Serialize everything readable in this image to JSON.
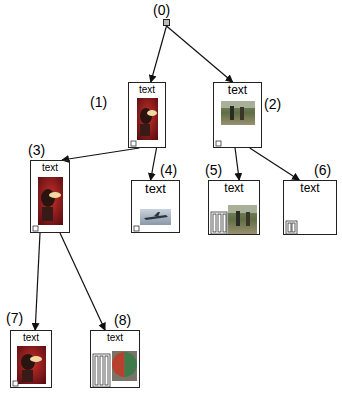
{
  "diagram": {
    "nodes": [
      {
        "text": [
          "(0)"
        ]
      },
      {
        "text": [
          "(1)",
          "text"
        ]
      },
      {
        "text": [
          "(2)",
          "text"
        ]
      },
      {
        "text": [
          "(3)",
          "text"
        ]
      },
      {
        "text": [
          "(4)",
          "text"
        ]
      },
      {
        "text": [
          "(5)",
          "text"
        ]
      },
      {
        "text": [
          "(6)",
          "text"
        ]
      },
      {
        "text": [
          "(7)",
          "text"
        ]
      },
      {
        "text": [
          "(8)",
          "text"
        ]
      }
    ],
    "edges": [
      {
        "from": 0,
        "to": 1,
        "arrow": "to"
      },
      {
        "from": 0,
        "to": 2,
        "arrow": "to"
      },
      {
        "from": 1,
        "to": 3,
        "arrow": "to"
      },
      {
        "from": 1,
        "to": 4,
        "arrow": "to"
      },
      {
        "from": 2,
        "to": 5,
        "arrow": "to"
      },
      {
        "from": 2,
        "to": 6,
        "arrow": "to"
      },
      {
        "from": 3,
        "to": 7,
        "arrow": "to"
      },
      {
        "from": 3,
        "to": 8,
        "arrow": "to"
      }
    ]
  }
}
